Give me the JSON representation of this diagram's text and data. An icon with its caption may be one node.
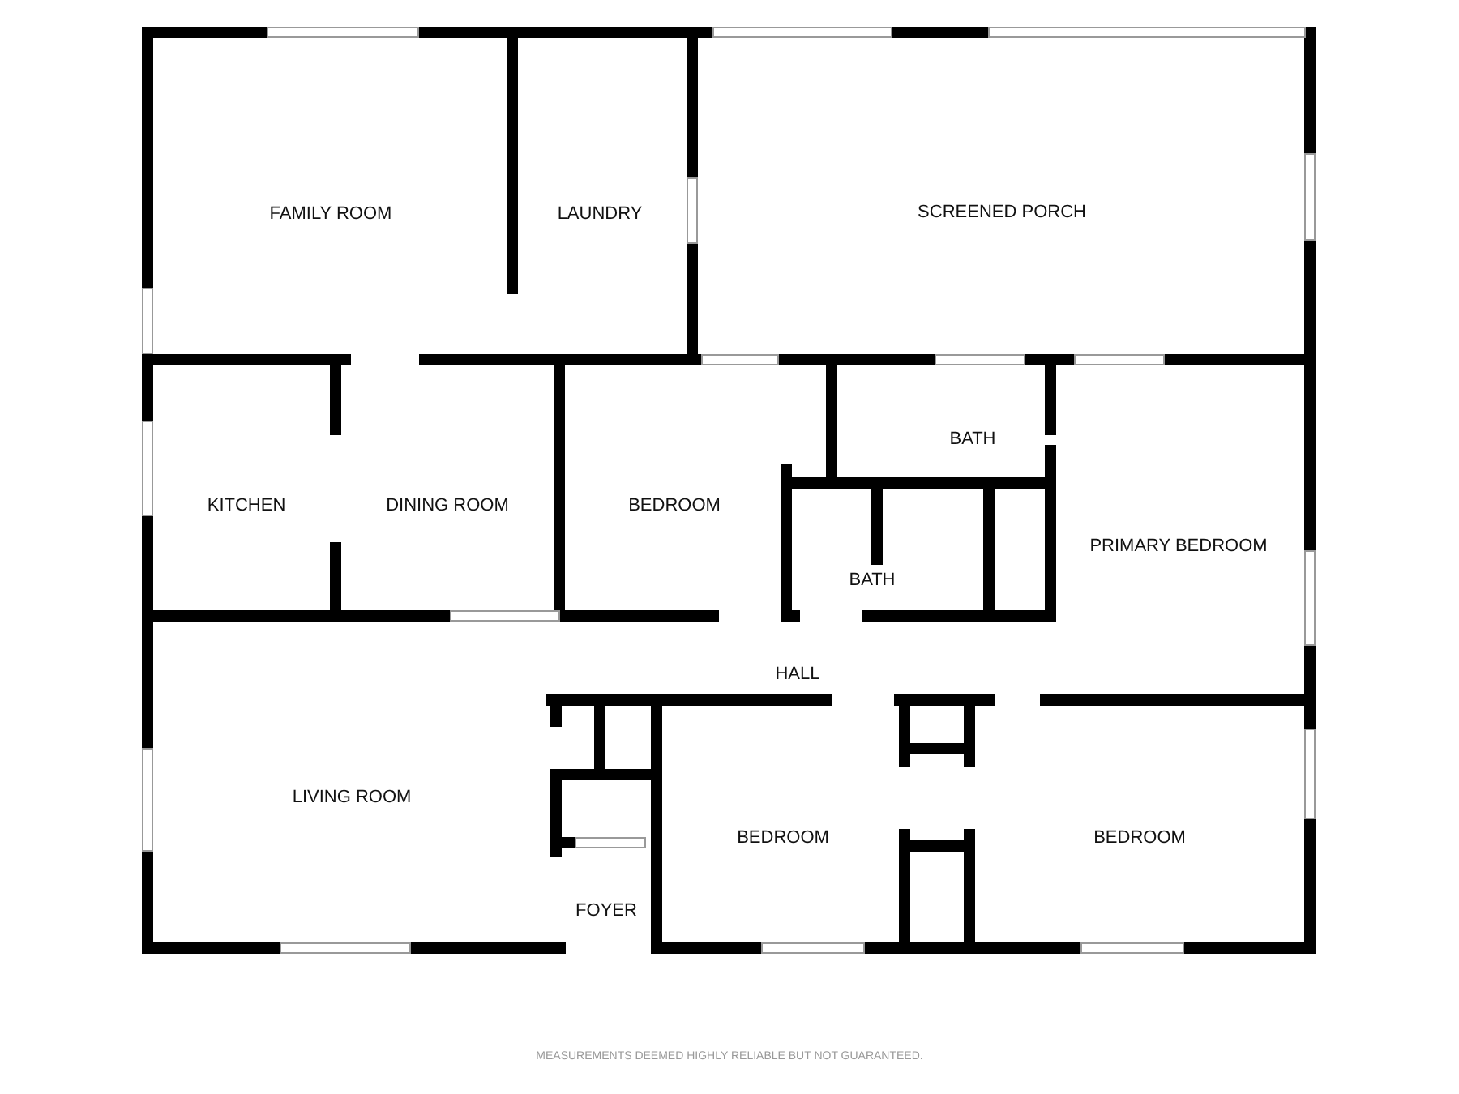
{
  "diagram": {
    "labels": [
      "FAMILY ROOM",
      "LAUNDRY",
      "SCREENED PORCH",
      "BATH",
      "KITCHEN",
      "DINING ROOM",
      "BEDROOM",
      "BATH",
      "PRIMARY BEDROOM",
      "HALL",
      "LIVING ROOM",
      "BEDROOM",
      "BEDROOM",
      "FOYER",
      "MEASUREMENTS DEEMED HIGHLY RELIABLE BUT NOT GUARANTEED."
    ]
  }
}
